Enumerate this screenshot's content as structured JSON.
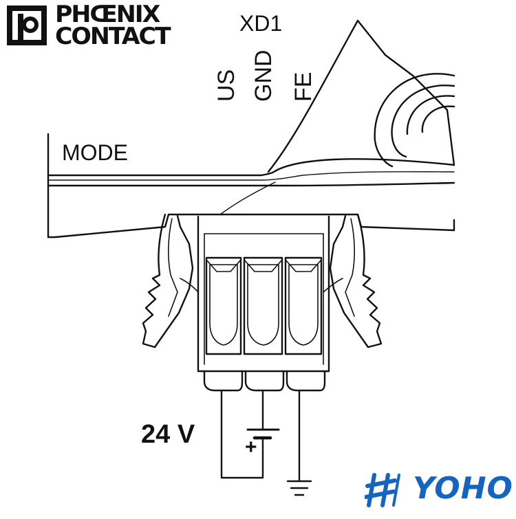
{
  "logo": {
    "line1": "PHŒNIX",
    "line2": "CONTACT",
    "icon": "phoenix-contact-logo-icon"
  },
  "labels": {
    "connector": "XD1",
    "mode": "MODE",
    "pins": [
      "US",
      "GND",
      "FE"
    ],
    "voltage": "24 V",
    "polarity": "+"
  },
  "brand": {
    "name": "YOHO",
    "color": "#1565c0",
    "icon": "yoho-logo-icon"
  },
  "colors": {
    "line": "#111111",
    "background": "#ffffff"
  }
}
